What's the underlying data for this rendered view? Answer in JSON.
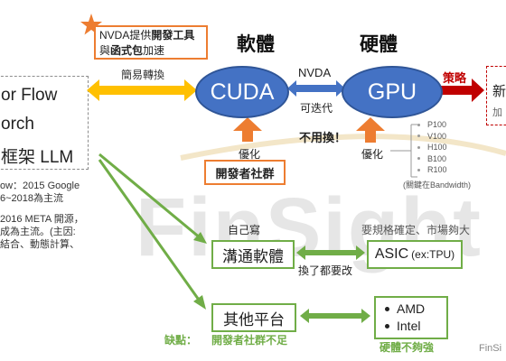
{
  "headers": {
    "software": "軟體",
    "hardware": "硬體"
  },
  "top_note": {
    "line1_a": "NVDA提供",
    "line1_b": "開發工具",
    "line2_a": "與",
    "line2_b": "函式包",
    "line2_c": "加速"
  },
  "left_box": {
    "items": [
      "or Flow",
      "orch",
      "框架 LLM"
    ]
  },
  "left_notes": {
    "tensorflow": [
      "ow：2015 Google",
      "6~2018為主流"
    ],
    "pytorch": [
      "2016 META 開源，",
      "成為主流。(主因:",
      "結合、動態計算、"
    ]
  },
  "arrows": {
    "easy_convert": "簡易轉換",
    "nvda": "NVDA",
    "replaceable": "可迭代",
    "no_convert": "不用換！",
    "strategy": "策略"
  },
  "cuda": {
    "label": "CUDA",
    "optimize": "優化",
    "dev_community": "開發者社群"
  },
  "gpu": {
    "label": "GPU",
    "optimize": "優化",
    "models": [
      "P100",
      "V100",
      "H100",
      "B100",
      "R100"
    ],
    "key_note": "(關鍵在Bandwidth)"
  },
  "right_box": {
    "line1": "新",
    "line2": "加"
  },
  "middle": {
    "self_write": "自己寫",
    "comm_software": "溝通軟體",
    "need_change": "換了都要改",
    "spec_note": "要規格確定、市場夠大",
    "asic_a": "ASIC",
    "asic_b": "(ex:TPU)",
    "other_platform": "其他平台",
    "amd": "AMD",
    "intel": "Intel",
    "hw_weak": "硬體不夠強",
    "weakness_label": "缺點：",
    "weakness_text": "開發者社群不足"
  },
  "watermark": {
    "text": "FinSight",
    "corner": "FinSi"
  },
  "colors": {
    "orange": "#ed7d31",
    "blue": "#4472c4",
    "green": "#70ad47",
    "red": "#c00000",
    "yellow": "#ffc000"
  }
}
